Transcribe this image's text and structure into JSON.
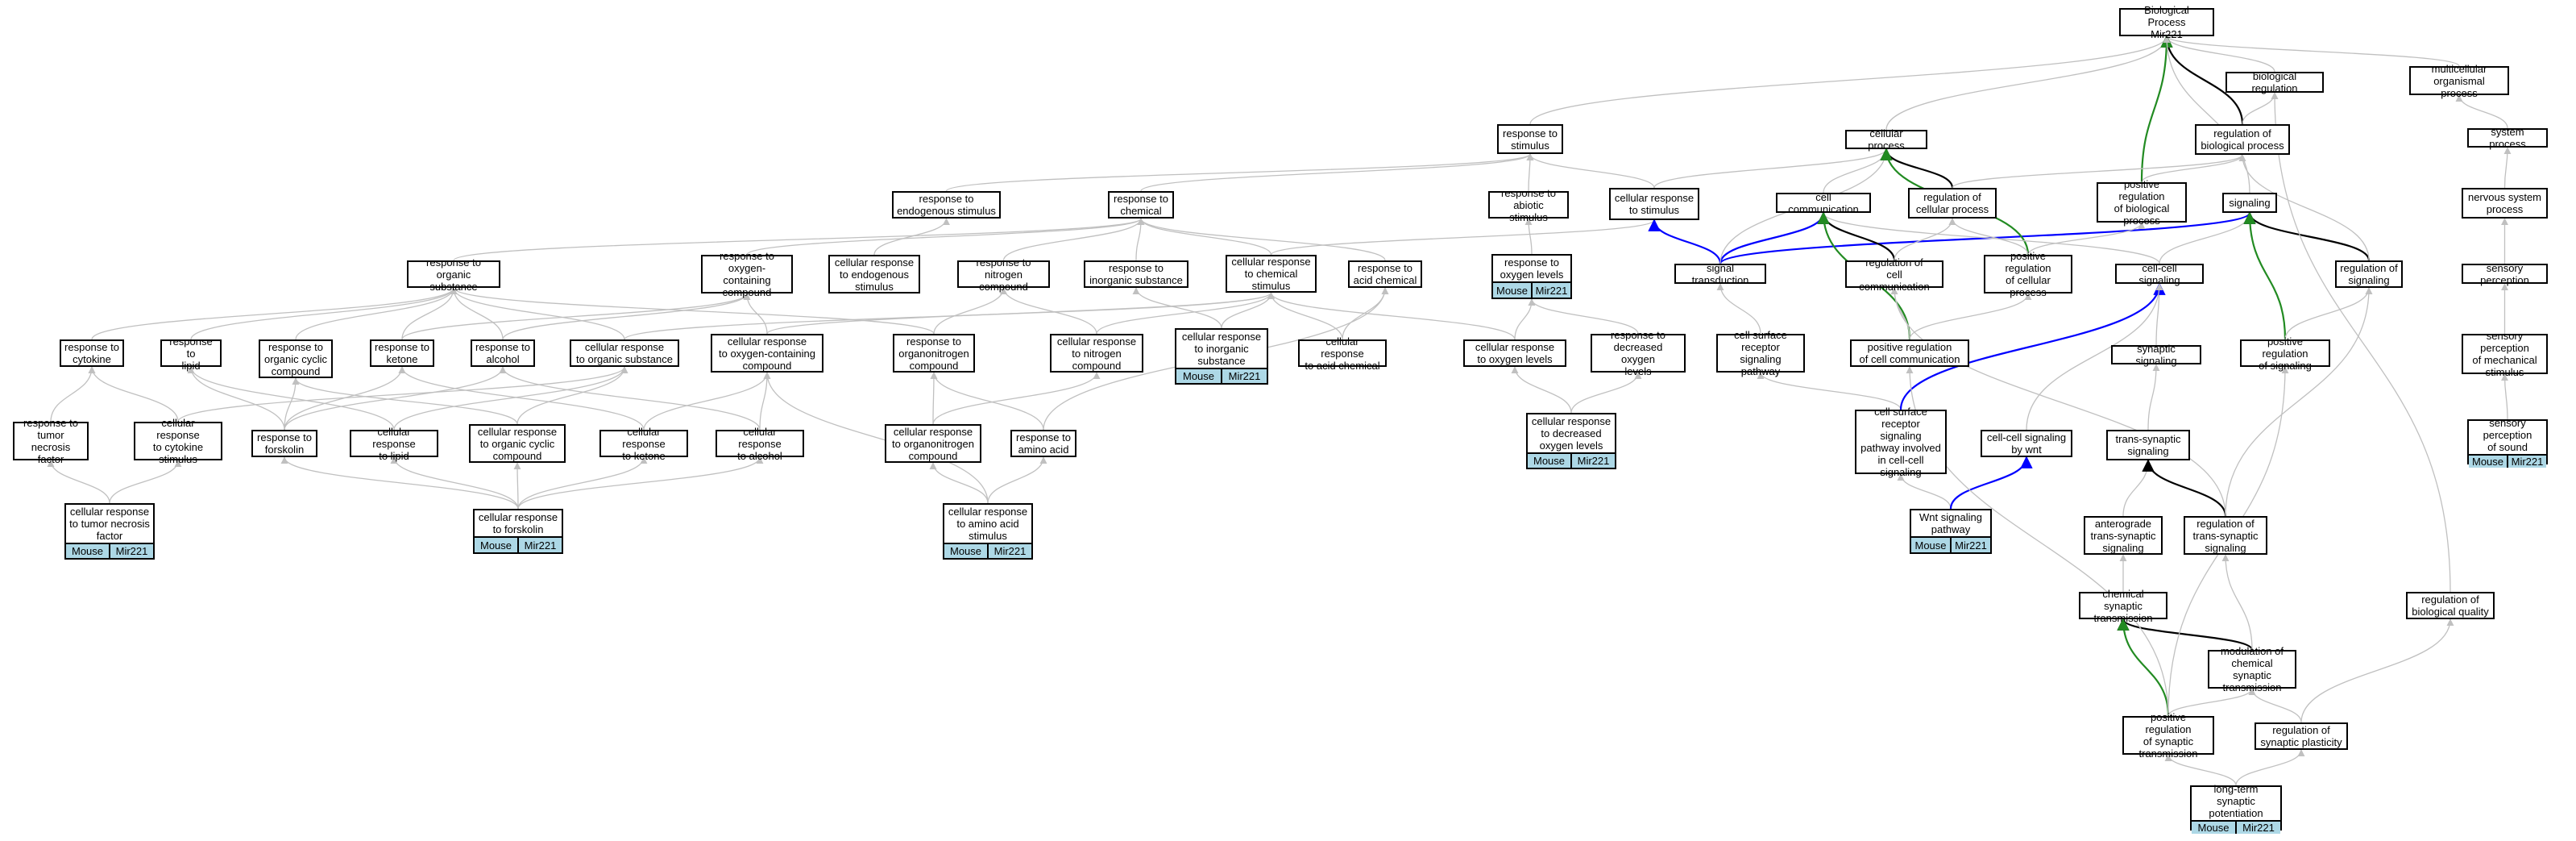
{
  "colors": {
    "gray": "#c0c0c0",
    "black": "#000000",
    "green": "#228b22",
    "blue": "#0000ff",
    "annotation": "#add8e6"
  },
  "nodes": {
    "bp": {
      "label": "Biological Process\nMir221"
    },
    "br": {
      "label": "biological regulation"
    },
    "mop": {
      "label": "multicellular\norganismal process"
    },
    "rbp": {
      "label": "regulation of\nbiological process"
    },
    "sysp": {
      "label": "system process"
    },
    "rts": {
      "label": "response to\nstimulus"
    },
    "cp": {
      "label": "cellular process"
    },
    "prbp": {
      "label": "positive regulation\nof biological\nprocess"
    },
    "sig": {
      "label": "signaling"
    },
    "nsp": {
      "label": "nervous system\nprocess"
    },
    "rtes": {
      "label": "response to\nendogenous stimulus"
    },
    "rtc": {
      "label": "response to\nchemical"
    },
    "rtas": {
      "label": "response to\nabiotic stimulus"
    },
    "crts": {
      "label": "cellular response\nto stimulus"
    },
    "cc": {
      "label": "cell communication"
    },
    "rcp": {
      "label": "regulation of\ncellular process"
    },
    "sp": {
      "label": "sensory perception"
    },
    "rtos": {
      "label": "response to\norganic substance"
    },
    "rtocc": {
      "label": "response to\noxygen-containing\ncompound"
    },
    "crtes": {
      "label": "cellular response\nto endogenous\nstimulus"
    },
    "rtnc": {
      "label": "response to\nnitrogen compound"
    },
    "rtis": {
      "label": "response to\ninorganic substance"
    },
    "crtcs": {
      "label": "cellular response\nto chemical\nstimulus"
    },
    "rtac": {
      "label": "response to\nacid chemical"
    },
    "rtol": {
      "label": "response to\noxygen levels",
      "tags": [
        "Mouse",
        "Mir221"
      ]
    },
    "st": {
      "label": "signal transduction"
    },
    "rcc": {
      "label": "regulation of\ncell communication"
    },
    "prcp": {
      "label": "positive regulation\nof cellular\nprocess"
    },
    "ccs": {
      "label": "cell-cell signaling"
    },
    "ros": {
      "label": "regulation of\nsignaling"
    },
    "spms": {
      "label": "sensory perception\nof mechanical\nstimulus"
    },
    "rtcyt": {
      "label": "response to\ncytokine"
    },
    "rtlip": {
      "label": "response to\nlipid"
    },
    "rtocyc": {
      "label": "response to\norganic cyclic\ncompound"
    },
    "rtket": {
      "label": "response to\nketone"
    },
    "rtalc": {
      "label": "response to\nalcohol"
    },
    "crtos": {
      "label": "cellular response\nto organic substance"
    },
    "crtocc": {
      "label": "cellular response\nto oxygen-containing\ncompound"
    },
    "rtonc": {
      "label": "response to\norganonitrogen\ncompound"
    },
    "crtnc": {
      "label": "cellular response\nto nitrogen\ncompound"
    },
    "crtis": {
      "label": "cellular response\nto inorganic\nsubstance",
      "tags": [
        "Mouse",
        "Mir221"
      ]
    },
    "crtac": {
      "label": "cellular response\nto acid chemical"
    },
    "crtol": {
      "label": "cellular response\nto oxygen levels"
    },
    "rtdol": {
      "label": "response to\ndecreased oxygen\nlevels"
    },
    "csrsp": {
      "label": "cell surface\nreceptor signaling\npathway"
    },
    "prcc": {
      "label": "positive regulation\nof cell communication"
    },
    "ss": {
      "label": "synaptic signaling"
    },
    "pros": {
      "label": "positive regulation\nof signaling"
    },
    "sps": {
      "label": "sensory perception\nof sound",
      "tags": [
        "Mouse",
        "Mir221"
      ]
    },
    "rttnf": {
      "label": "response to\ntumor necrosis\nfactor"
    },
    "crtcyt": {
      "label": "cellular response\nto cytokine\nstimulus"
    },
    "rtfor": {
      "label": "response to\nforskolin"
    },
    "crtlip": {
      "label": "cellular response\nto lipid"
    },
    "crtocyc": {
      "label": "cellular response\nto organic cyclic\ncompound"
    },
    "crtket": {
      "label": "cellular response\nto ketone"
    },
    "crtalc": {
      "label": "cellular response\nto alcohol"
    },
    "crtonc": {
      "label": "cellular response\nto organonitrogen\ncompound"
    },
    "rtaa": {
      "label": "response to\namino acid"
    },
    "crtdol": {
      "label": "cellular response\nto decreased\noxygen levels",
      "tags": [
        "Mouse",
        "Mir221"
      ]
    },
    "csrspcc": {
      "label": "cell surface\nreceptor signaling\npathway involved\nin cell-cell\nsignaling"
    },
    "ccsw": {
      "label": "cell-cell signaling\nby wnt"
    },
    "tss": {
      "label": "trans-synaptic\nsignaling"
    },
    "crttnf": {
      "label": "cellular response\nto tumor necrosis\nfactor",
      "tags": [
        "Mouse",
        "Mir221"
      ]
    },
    "crtfor": {
      "label": "cellular response\nto forskolin",
      "tags": [
        "Mouse",
        "Mir221"
      ]
    },
    "crtaa": {
      "label": "cellular response\nto amino acid\nstimulus",
      "tags": [
        "Mouse",
        "Mir221"
      ]
    },
    "wnt": {
      "label": "Wnt signaling\npathway",
      "tags": [
        "Mouse",
        "Mir221"
      ]
    },
    "atss": {
      "label": "anterograde\ntrans-synaptic\nsignaling"
    },
    "rtss": {
      "label": "regulation of\ntrans-synaptic\nsignaling"
    },
    "rbq": {
      "label": "regulation of\nbiological quality"
    },
    "cst": {
      "label": "chemical synaptic\ntransmission"
    },
    "mcst": {
      "label": "modulation of\nchemical synaptic\ntransmission"
    },
    "prst": {
      "label": "positive regulation\nof synaptic\ntransmission"
    },
    "rsp": {
      "label": "regulation of\nsynaptic plasticity"
    },
    "ltp": {
      "label": "long-term synaptic\npotentiation",
      "tags": [
        "Mouse",
        "Mir221"
      ]
    }
  },
  "edges": [
    [
      "br",
      "bp",
      "gray"
    ],
    [
      "mop",
      "bp",
      "gray"
    ],
    [
      "rbp",
      "bp",
      "black"
    ],
    [
      "rbp",
      "br",
      "gray"
    ],
    [
      "sysp",
      "mop",
      "gray"
    ],
    [
      "rts",
      "bp",
      "gray"
    ],
    [
      "cp",
      "bp",
      "gray"
    ],
    [
      "prbp",
      "bp",
      "green"
    ],
    [
      "prbp",
      "rbp",
      "gray"
    ],
    [
      "sig",
      "bp",
      "gray"
    ],
    [
      "nsp",
      "sysp",
      "gray"
    ],
    [
      "rtes",
      "rts",
      "gray"
    ],
    [
      "rtc",
      "rts",
      "gray"
    ],
    [
      "rtas",
      "rts",
      "gray"
    ],
    [
      "crts",
      "rts",
      "gray"
    ],
    [
      "crts",
      "cp",
      "gray"
    ],
    [
      "cc",
      "cp",
      "gray"
    ],
    [
      "rcp",
      "cp",
      "black"
    ],
    [
      "rcp",
      "rbp",
      "gray"
    ],
    [
      "sp",
      "nsp",
      "gray"
    ],
    [
      "rtos",
      "rtc",
      "gray"
    ],
    [
      "rtocc",
      "rtc",
      "gray"
    ],
    [
      "crtes",
      "rtes",
      "gray"
    ],
    [
      "rtnc",
      "rtc",
      "gray"
    ],
    [
      "rtis",
      "rtc",
      "gray"
    ],
    [
      "crtcs",
      "rtc",
      "gray"
    ],
    [
      "crtcs",
      "crts",
      "gray"
    ],
    [
      "rtac",
      "rtc",
      "gray"
    ],
    [
      "rtol",
      "rtas",
      "gray"
    ],
    [
      "st",
      "crts",
      "blue"
    ],
    [
      "st",
      "cc",
      "blue"
    ],
    [
      "st",
      "sig",
      "blue"
    ],
    [
      "st",
      "cp",
      "gray"
    ],
    [
      "rcc",
      "cc",
      "black"
    ],
    [
      "rcc",
      "rcp",
      "gray"
    ],
    [
      "prcp",
      "cp",
      "green"
    ],
    [
      "prcp",
      "rcp",
      "gray"
    ],
    [
      "prcp",
      "prbp",
      "gray"
    ],
    [
      "ccs",
      "cc",
      "gray"
    ],
    [
      "ccs",
      "sig",
      "gray"
    ],
    [
      "ros",
      "sig",
      "black"
    ],
    [
      "ros",
      "rbp",
      "gray"
    ],
    [
      "spms",
      "sp",
      "gray"
    ],
    [
      "rtcyt",
      "rtos",
      "gray"
    ],
    [
      "rtlip",
      "rtos",
      "gray"
    ],
    [
      "rtocyc",
      "rtos",
      "gray"
    ],
    [
      "rtket",
      "rtos",
      "gray"
    ],
    [
      "rtket",
      "rtocc",
      "gray"
    ],
    [
      "rtalc",
      "rtos",
      "gray"
    ],
    [
      "rtalc",
      "rtocc",
      "gray"
    ],
    [
      "crtos",
      "rtos",
      "gray"
    ],
    [
      "crtos",
      "crtcs",
      "gray"
    ],
    [
      "crtocc",
      "rtocc",
      "gray"
    ],
    [
      "crtocc",
      "crtcs",
      "gray"
    ],
    [
      "rtonc",
      "rtnc",
      "gray"
    ],
    [
      "rtonc",
      "rtos",
      "gray"
    ],
    [
      "crtnc",
      "rtnc",
      "gray"
    ],
    [
      "crtnc",
      "crtcs",
      "gray"
    ],
    [
      "crtis",
      "rtis",
      "gray"
    ],
    [
      "crtis",
      "crtcs",
      "gray"
    ],
    [
      "crtac",
      "rtac",
      "gray"
    ],
    [
      "crtac",
      "crtcs",
      "gray"
    ],
    [
      "crtol",
      "rtol",
      "gray"
    ],
    [
      "crtol",
      "crtcs",
      "gray"
    ],
    [
      "rtdol",
      "rtol",
      "gray"
    ],
    [
      "csrsp",
      "st",
      "gray"
    ],
    [
      "prcc",
      "cc",
      "green"
    ],
    [
      "prcc",
      "rcc",
      "gray"
    ],
    [
      "prcc",
      "prcp",
      "gray"
    ],
    [
      "ss",
      "ccs",
      "gray"
    ],
    [
      "pros",
      "sig",
      "green"
    ],
    [
      "pros",
      "ros",
      "gray"
    ],
    [
      "sps",
      "spms",
      "gray"
    ],
    [
      "rttnf",
      "rtcyt",
      "gray"
    ],
    [
      "crtcyt",
      "rtcyt",
      "gray"
    ],
    [
      "crtcyt",
      "crtos",
      "gray"
    ],
    [
      "rtfor",
      "rtocyc",
      "gray"
    ],
    [
      "rtfor",
      "rtket",
      "gray"
    ],
    [
      "rtfor",
      "rtalc",
      "gray"
    ],
    [
      "rtfor",
      "rtlip",
      "gray"
    ],
    [
      "crtlip",
      "rtlip",
      "gray"
    ],
    [
      "crtlip",
      "crtos",
      "gray"
    ],
    [
      "crtocyc",
      "rtocyc",
      "gray"
    ],
    [
      "crtocyc",
      "crtos",
      "gray"
    ],
    [
      "crtket",
      "rtket",
      "gray"
    ],
    [
      "crtket",
      "crtocc",
      "gray"
    ],
    [
      "crtalc",
      "rtalc",
      "gray"
    ],
    [
      "crtalc",
      "crtocc",
      "gray"
    ],
    [
      "crtonc",
      "rtonc",
      "gray"
    ],
    [
      "crtonc",
      "crtnc",
      "gray"
    ],
    [
      "rtaa",
      "rtonc",
      "gray"
    ],
    [
      "rtaa",
      "rtac",
      "gray"
    ],
    [
      "crtdol",
      "crtol",
      "gray"
    ],
    [
      "crtdol",
      "rtdol",
      "gray"
    ],
    [
      "csrspcc",
      "csrsp",
      "gray"
    ],
    [
      "csrspcc",
      "ccs",
      "blue"
    ],
    [
      "ccsw",
      "ccs",
      "gray"
    ],
    [
      "tss",
      "ss",
      "gray"
    ],
    [
      "crttnf",
      "rttnf",
      "gray"
    ],
    [
      "crttnf",
      "crtcyt",
      "gray"
    ],
    [
      "crtfor",
      "rtfor",
      "gray"
    ],
    [
      "crtfor",
      "crtlip",
      "gray"
    ],
    [
      "crtfor",
      "crtocyc",
      "gray"
    ],
    [
      "crtfor",
      "crtket",
      "gray"
    ],
    [
      "crtfor",
      "crtalc",
      "gray"
    ],
    [
      "crtaa",
      "rtaa",
      "gray"
    ],
    [
      "crtaa",
      "crtonc",
      "gray"
    ],
    [
      "crtaa",
      "crtocc",
      "gray"
    ],
    [
      "wnt",
      "csrspcc",
      "gray"
    ],
    [
      "wnt",
      "ccsw",
      "blue"
    ],
    [
      "atss",
      "tss",
      "gray"
    ],
    [
      "rtss",
      "tss",
      "black"
    ],
    [
      "rtss",
      "ros",
      "gray"
    ],
    [
      "rtss",
      "rcc",
      "gray"
    ],
    [
      "rbq",
      "br",
      "gray"
    ],
    [
      "cst",
      "atss",
      "gray"
    ],
    [
      "mcst",
      "cst",
      "black"
    ],
    [
      "mcst",
      "rtss",
      "gray"
    ],
    [
      "prst",
      "cst",
      "green"
    ],
    [
      "prst",
      "mcst",
      "gray"
    ],
    [
      "prst",
      "pros",
      "gray"
    ],
    [
      "prst",
      "prcc",
      "gray"
    ],
    [
      "rsp",
      "mcst",
      "gray"
    ],
    [
      "rsp",
      "rbq",
      "gray"
    ],
    [
      "ltp",
      "prst",
      "gray"
    ],
    [
      "ltp",
      "rsp",
      "gray"
    ]
  ]
}
